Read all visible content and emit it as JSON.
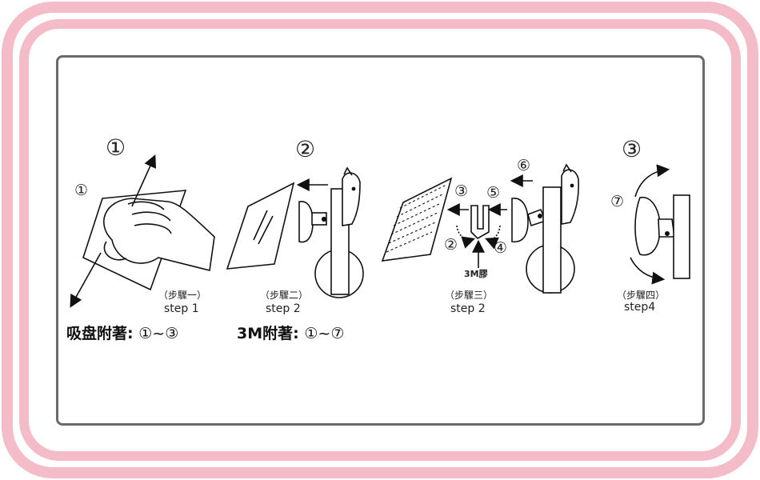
{
  "frame": {
    "border_color": "#f4bcc9",
    "panel_border_color": "#6a6a6a"
  },
  "panels": [
    {
      "id": "step1",
      "big_marker": "①",
      "small_marker": "①",
      "step_cn": "（步驟一）",
      "step_en": "step 1"
    },
    {
      "id": "step2",
      "big_marker": "②",
      "step_cn": "（步驟二）",
      "step_en": "step 2"
    },
    {
      "id": "step3",
      "markers": [
        "③",
        "⑤",
        "⑥",
        "②",
        "④"
      ],
      "glue_label": "3M膠",
      "step_cn": "（步驟三）",
      "step_en": "step 2"
    },
    {
      "id": "step4",
      "big_marker": "③",
      "small_marker": "⑦",
      "step_cn": "（步驟四）",
      "step_en": "step4"
    }
  ],
  "captions": [
    {
      "text": "吸盘附著:",
      "range": "①~③"
    },
    {
      "text": "3M附著:",
      "range": "①~⑦"
    }
  ],
  "icons": [
    "hand-icon",
    "mirror-plate-icon",
    "suction-cup-icon",
    "cat-figure-icon",
    "arrow-icon",
    "bracket-icon"
  ]
}
